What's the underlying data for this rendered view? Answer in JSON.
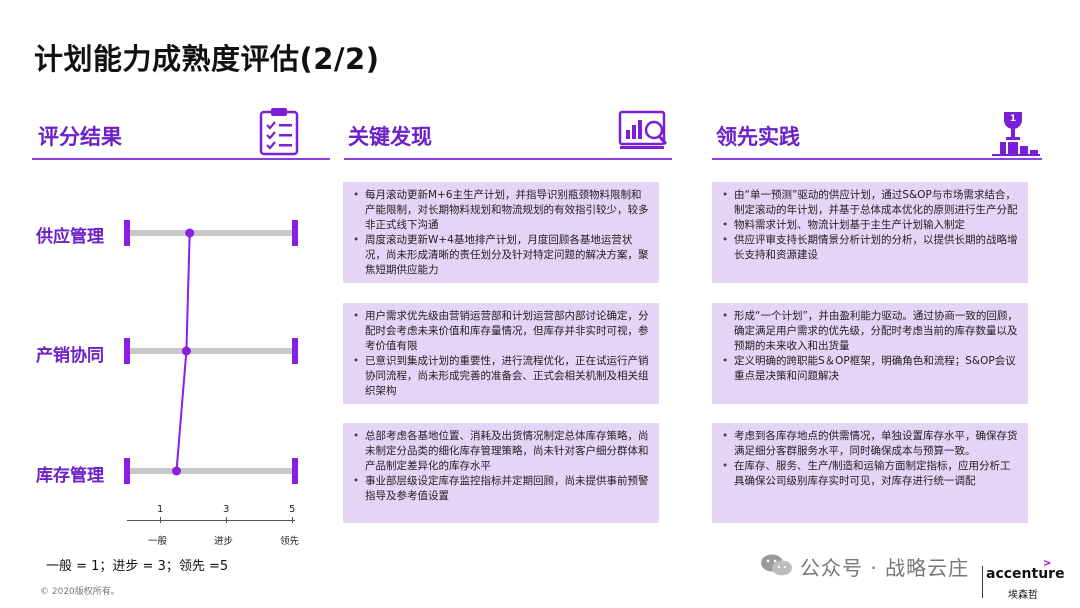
{
  "title": "计划能力成熟度评估(2/2)",
  "sections": {
    "score": {
      "title": "评分结果",
      "icon": "clipboard-checklist-icon"
    },
    "findings": {
      "title": "关键发现",
      "icon": "analytics-magnifier-icon"
    },
    "practice": {
      "title": "领先实践",
      "icon": "trophy-podium-icon"
    }
  },
  "chart_data": {
    "type": "scatter",
    "rows": [
      "供应管理",
      "产销协同",
      "库存管理"
    ],
    "values": [
      1.9,
      1.8,
      1.5
    ],
    "xlim": [
      1,
      5
    ],
    "ticks": [
      1,
      3,
      5
    ],
    "tick_names": [
      "一般",
      "进步",
      "领先"
    ],
    "accent": "#8a1fe0"
  },
  "legend": "一般 = 1；进步 = 3；领先 =5",
  "copyright": "© 2020版权所有。",
  "findings": [
    [
      "每月滚动更新M+6主生产计划，并指导识别瓶颈物料限制和产能限制，对长期物料规划和物流规划的有效指引较少，较多非正式线下沟通",
      "周度滚动更新W+4基地排产计划，月度回顾各基地运营状况，尚未形成清晰的责任划分及针对特定问题的解决方案，聚焦短期供应能力"
    ],
    [
      "用户需求优先级由营销运营部和计划运营部内部讨论确定，分配时会考虑未来价值和库存量情况，但库存并非实时可视，参考价值有限",
      "已意识到集成计划的重要性，进行流程优化，正在试运行产销协同流程，尚未形成完善的准备会、正式会相关机制及相关组织架构"
    ],
    [
      "总部考虑各基地位置、消耗及出货情况制定总体库存策略，尚未制定分品类的细化库存管理策略，尚未针对客户细分群体和产品制定差异化的库存水平",
      "事业部层级设定库存监控指标并定期回顾，尚未提供事前预警指导及参考值设置"
    ]
  ],
  "practices": [
    [
      "由“单一预测”驱动的供应计划，通过S&OP与市场需求结合，制定滚动的年计划，并基于总体成本优化的原则进行生产分配",
      "物料需求计划、物流计划基于主生产计划输入制定",
      "供应评审支持长期情景分析计划的分析，以提供长期的战略增长支持和资源建设"
    ],
    [
      "形成“一个计划”，并由盈利能力驱动。通过协商一致的回顾，确定满足用户需求的优先级，分配时考虑当前的库存数量以及预期的未来收入和出货量",
      "定义明确的跨职能S＆OP框架，明确角色和流程；S&OP会议重点是决策和问题解决"
    ],
    [
      "考虑到各库存地点的供需情况，单独设置库存水平，确保存货满足细分客群服务水平，同时确保成本与预算一致。",
      "在库存、服务、生产/制造和运输方面制定指标，应用分析工具确保公司级别库存实时可见，对库存进行统一调配"
    ]
  ],
  "watermark": "公众号 · 战略云庄",
  "brand": {
    "name": "accenture",
    "sub": "埃森哲",
    "mark": ">"
  }
}
